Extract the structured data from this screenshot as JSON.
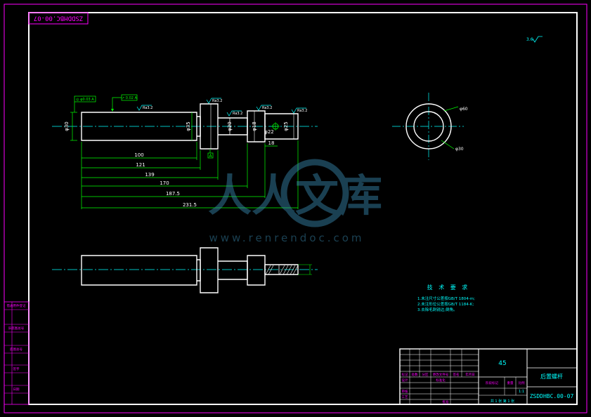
{
  "drawing_number": "ZSDDHBC.00-07",
  "drawing_number_rotated": "ZSDDHBC.00-07",
  "watermark": {
    "brand": "人人文库",
    "url": "www.renrendoc.com"
  },
  "corner_roughness": "3.6",
  "callouts": {
    "coaxial_tol": "◎ φ0.03 A",
    "runout_tol": "↗ 0.02 A",
    "ra_1": "Ra3.2",
    "ra_2": "Ra3.2",
    "ra_3": "Ra3.2",
    "ra_4": "Ra3.2",
    "ra_5": "Ra3.2",
    "datum_a": "A"
  },
  "dimensions": {
    "d1": "100",
    "d2": "121",
    "d3": "139",
    "d4": "170",
    "d5": "187.5",
    "d6": "231.5",
    "d_short": "18",
    "dia_left": "φ30",
    "dia_mid": "φ35",
    "dia_right": "φ25",
    "dia_a": "φ20",
    "dia_b": "φ18",
    "dia_c": "φ22",
    "section_outer": "φ60",
    "section_inner": "φ30"
  },
  "notes": {
    "title": "技 术 要 求",
    "lines": [
      "1.未注尺寸公差按GB/T 1804-m;",
      "2.未注形位公差按GB/T 1184-K;",
      "3.去除毛刺锐边,倒角。"
    ]
  },
  "title_block": {
    "material": "45",
    "part_name": "后置螺杆",
    "code": "ZSDDHBC.00-07",
    "scale_label": "比例",
    "scale": "1:1",
    "weight_label": "重量",
    "stage_label": "阶段标记",
    "sheet_info": "共 1 张  第 1 张",
    "header_cells": [
      "标记",
      "处数",
      "分区",
      "更改文件号",
      "签名",
      "年月日"
    ],
    "role_cells": [
      "设计",
      "审核",
      "工艺"
    ],
    "std_label": "标准化",
    "approve_label": "批准"
  },
  "side_stamp": [
    "借通用件登记",
    "旧底图总号",
    "底图总号",
    "签字",
    "日期"
  ]
}
